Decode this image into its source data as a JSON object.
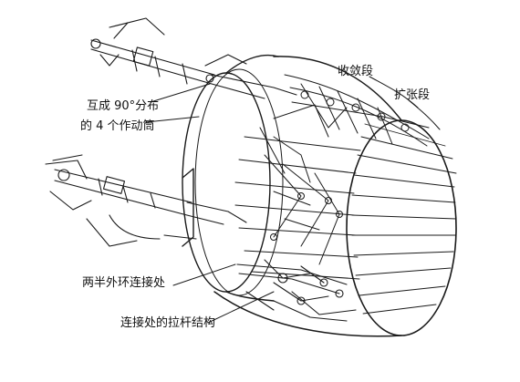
{
  "labels": {
    "convergent_section": "收敛段",
    "divergent_section": "扩张段",
    "actuators_line1": "互成 90°分布",
    "actuators_line2": "的 4 个作动筒",
    "half_ring_joint": "两半外环连接处",
    "joint_linkage": "连接处的拉杆结构"
  },
  "colors": {
    "line": "#1a1a1a",
    "paper": "#ffffff"
  }
}
